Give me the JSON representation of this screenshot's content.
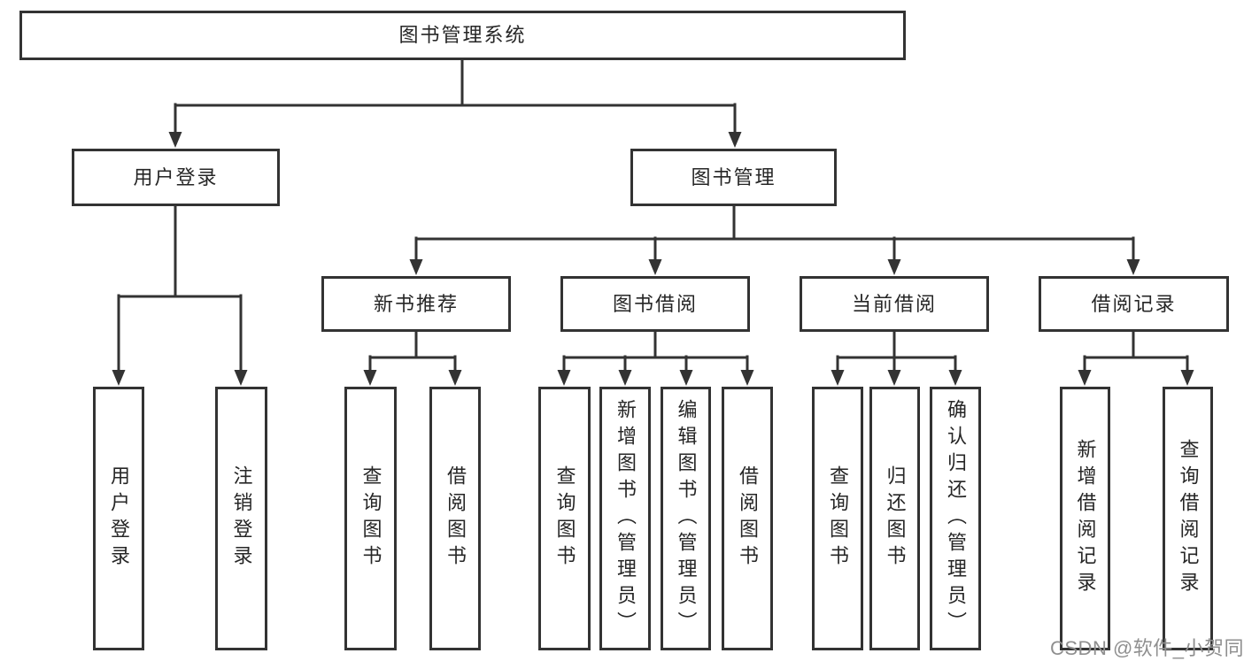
{
  "tree": {
    "root": "图书管理系统",
    "login_branch": {
      "label": "用户登录",
      "children": [
        "用户登录",
        "注销登录"
      ]
    },
    "mgmt_branch": {
      "label": "图书管理",
      "sections": [
        {
          "label": "新书推荐",
          "children": [
            "查询图书",
            "借阅图书"
          ]
        },
        {
          "label": "图书借阅",
          "children": [
            "查询图书",
            "新增图书（管理员）",
            "编辑图书（管理员）",
            "借阅图书"
          ]
        },
        {
          "label": "当前借阅",
          "children": [
            "查询图书",
            "归还图书",
            "确认归还（管理员）"
          ]
        },
        {
          "label": "借阅记录",
          "children": [
            "新增借阅记录",
            "查询借阅记录"
          ]
        }
      ]
    }
  },
  "watermark": "CSDN @软件_小贺同学",
  "colors": {
    "line": "#333333",
    "text": "#262626",
    "watermark": "#8f8f8f",
    "background": "#ffffff"
  }
}
